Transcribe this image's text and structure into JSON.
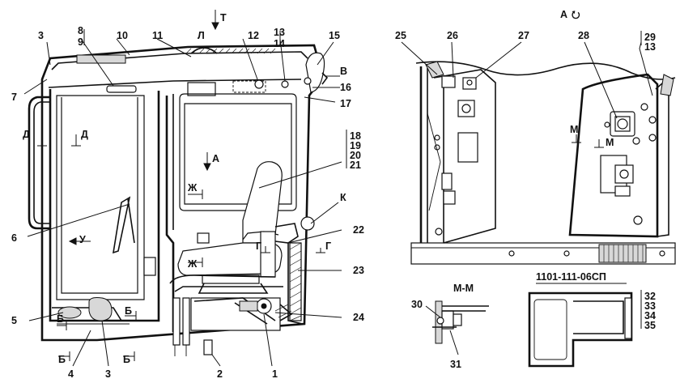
{
  "callouts": {
    "n1": "1",
    "n2": "2",
    "n3a": "3",
    "n3b": "3",
    "n4": "4",
    "n5": "5",
    "n6": "6",
    "n7": "7",
    "n8": "8",
    "n9": "9",
    "n10": "10",
    "n11": "11",
    "n12": "12",
    "n13": "13",
    "n14": "14",
    "n15": "15",
    "n16": "16",
    "n17": "17",
    "n18": "18",
    "n19": "19",
    "n20": "20",
    "n21": "21",
    "n22": "22",
    "n23": "23",
    "n24": "24",
    "n25": "25",
    "n26": "26",
    "n27": "27",
    "n28": "28",
    "n29": "29",
    "n13b": "13",
    "n30": "30",
    "n31": "31",
    "n32": "32",
    "n33": "33",
    "n34": "34",
    "n35": "35"
  },
  "view_letters": {
    "T": "Т",
    "L": "Л",
    "V": "В",
    "K": "К",
    "A1": "А",
    "D1": "Д",
    "D2": "Д",
    "U": "У",
    "ZH1": "Ж",
    "ZH2": "Ж",
    "G1": "Г",
    "G2": "Г",
    "B1": "Б",
    "B2": "Б",
    "B3": "Б",
    "B4": "Б",
    "M1": "М",
    "M2": "М"
  },
  "titles": {
    "view_a": "А",
    "view_a_symbol": "⭮",
    "section_mm": "М-М",
    "part_number": "1101-111-06СП"
  }
}
